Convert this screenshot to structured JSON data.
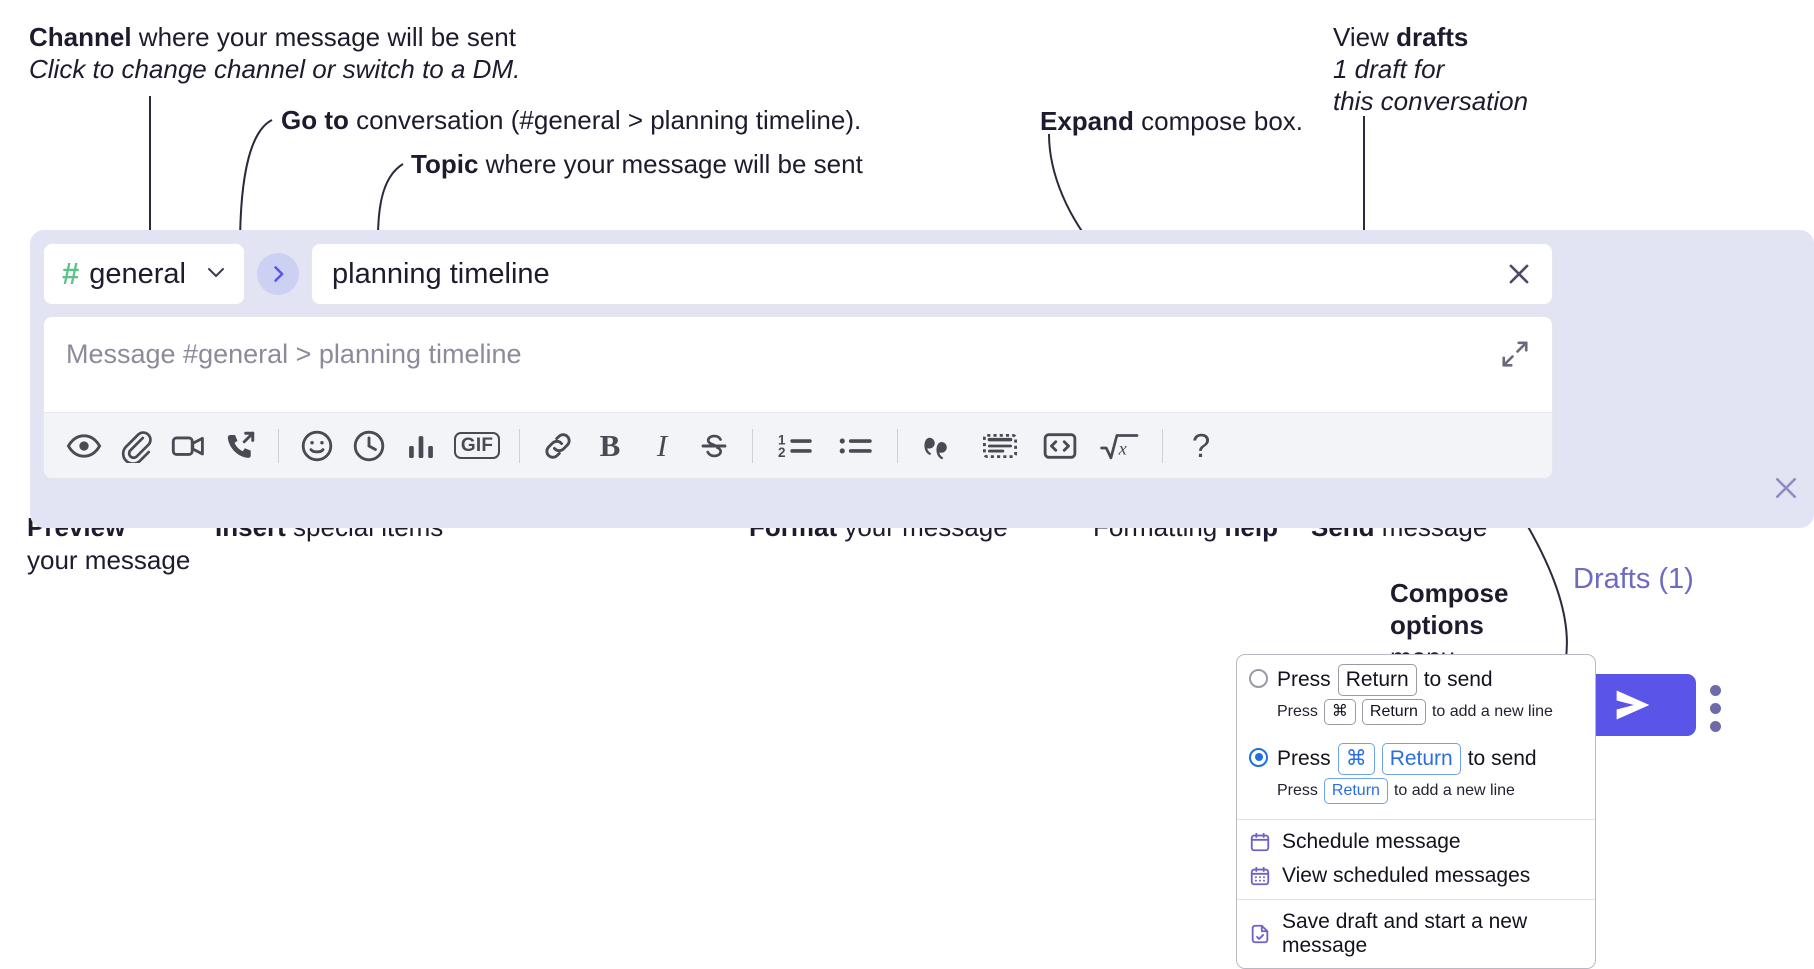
{
  "annotations": {
    "channel": {
      "bold": "Channel",
      "rest": " where your message will be sent",
      "italic": "Click to change channel or switch to a DM."
    },
    "goto": {
      "bold": "Go to",
      "rest": " conversation (#general > planning timeline)."
    },
    "topic": {
      "bold": "Topic",
      "rest": " where your message will be sent"
    },
    "expand": {
      "bold": "Expand",
      "rest": " compose box."
    },
    "drafts": {
      "bold_lead": "View ",
      "bold": "drafts",
      "italic1": "1 draft for",
      "italic2": "this conversation"
    },
    "preview": {
      "bold": "Preview",
      "rest": "your message"
    },
    "insert": {
      "bold": "Insert",
      "rest": " special items"
    },
    "format": {
      "bold": "Format",
      "rest": " your message"
    },
    "formatting_help": {
      "lead": "Formatting ",
      "bold": "help"
    },
    "send": {
      "bold": "Send",
      "rest": " message"
    },
    "compose_options": {
      "bold1": "Compose",
      "bold2": "options",
      "rest": "menu"
    }
  },
  "compose": {
    "channel": {
      "hash": "#",
      "name": "general",
      "chevron": "chevron-down"
    },
    "goto_button_label": "go-to-conversation",
    "topic": {
      "value": "planning timeline",
      "clear_label": "clear-topic"
    },
    "message": {
      "placeholder": "Message #general > planning timeline",
      "value": ""
    },
    "expand_label": "expand-compose-box",
    "drafts_label": "Drafts (1)",
    "close_label": "close",
    "send_label": "send",
    "more_label": "compose-options",
    "toolbar": {
      "group1": [
        {
          "name": "preview-icon",
          "label": "Preview"
        },
        {
          "name": "attachment-icon",
          "label": "Attach file"
        },
        {
          "name": "video-clip-icon",
          "label": "Record video clip"
        },
        {
          "name": "audio-clip-icon",
          "label": "Record audio clip"
        }
      ],
      "group2": [
        {
          "name": "emoji-icon",
          "label": "Emoji"
        },
        {
          "name": "clock-icon",
          "label": "Reminder"
        },
        {
          "name": "poll-icon",
          "label": "Poll"
        },
        {
          "name": "gif-icon",
          "label": "GIF"
        }
      ],
      "group3": [
        {
          "name": "link-icon",
          "label": "Link"
        },
        {
          "name": "bold-icon",
          "label": "B"
        },
        {
          "name": "italic-icon",
          "label": "I"
        },
        {
          "name": "strikethrough-icon",
          "label": "Strikethrough"
        }
      ],
      "group4": [
        {
          "name": "ordered-list-icon",
          "label": "Ordered list"
        },
        {
          "name": "bulleted-list-icon",
          "label": "Bulleted list"
        }
      ],
      "group5": [
        {
          "name": "blockquote-icon",
          "label": "Blockquote"
        },
        {
          "name": "code-icon",
          "label": "Code"
        },
        {
          "name": "code-block-icon",
          "label": "Code block"
        },
        {
          "name": "math-icon",
          "label": "Math"
        }
      ],
      "help": {
        "name": "help-icon",
        "label": "?"
      }
    }
  },
  "popup": {
    "options": [
      {
        "selected": false,
        "main": {
          "pre": "Press",
          "key": "Return",
          "post": "to send"
        },
        "sub": {
          "pre": "Press",
          "key1": "⌘",
          "key2": "Return",
          "post": "to add a new line"
        }
      },
      {
        "selected": true,
        "main": {
          "pre": "Press",
          "key1": "⌘",
          "key2": "Return",
          "post": "to send"
        },
        "sub": {
          "pre": "Press",
          "key": "Return",
          "post": "to add a new line"
        }
      }
    ],
    "items": [
      {
        "icon": "calendar-icon",
        "label": "Schedule message"
      },
      {
        "icon": "calendar-grid-icon",
        "label": "View scheduled messages"
      }
    ],
    "items2": [
      {
        "icon": "save-draft-icon",
        "label": "Save draft and start a new message"
      }
    ]
  },
  "colors": {
    "accent_purple": "#5a54e8",
    "drafts_purple": "#6e6ac2",
    "hash_green": "#5bc489",
    "panel_lavender": "#e2e4f4",
    "radio_blue": "#1f6fe0",
    "menu_icon_purple": "#6e62c8"
  }
}
